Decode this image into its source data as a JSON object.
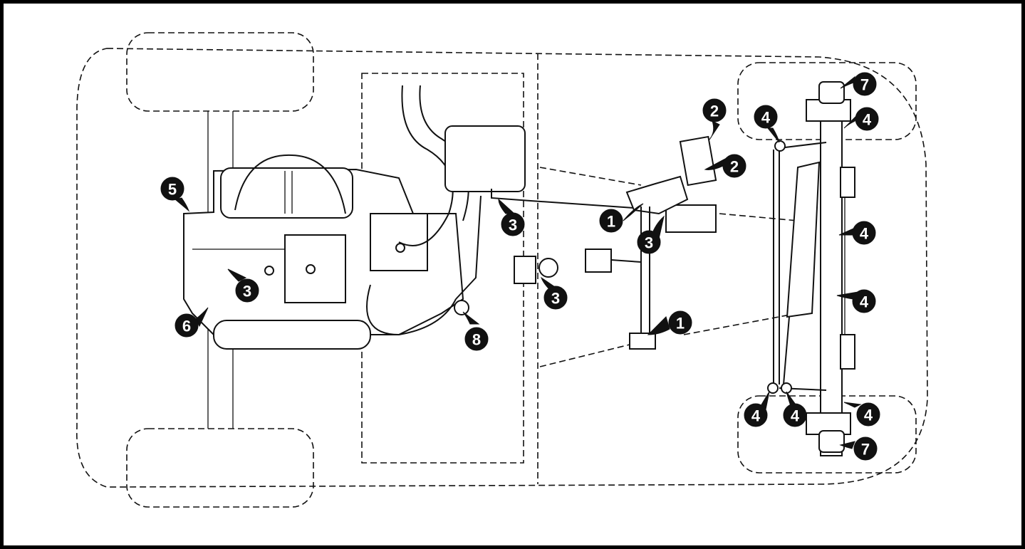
{
  "colors": {
    "ink": "#111111",
    "paper": "#ffffff"
  },
  "callouts": {
    "c1a": "1",
    "c1b": "1",
    "c2a": "2",
    "c2b": "2",
    "c3a": "3",
    "c3b": "3",
    "c3c": "3",
    "c3d": "3",
    "c4a": "4",
    "c4b": "4",
    "c4c": "4",
    "c4d": "4",
    "c4e": "4",
    "c4f": "4",
    "c4g": "4",
    "c5": "5",
    "c6": "6",
    "c7a": "7",
    "c7b": "7",
    "c8": "8"
  }
}
